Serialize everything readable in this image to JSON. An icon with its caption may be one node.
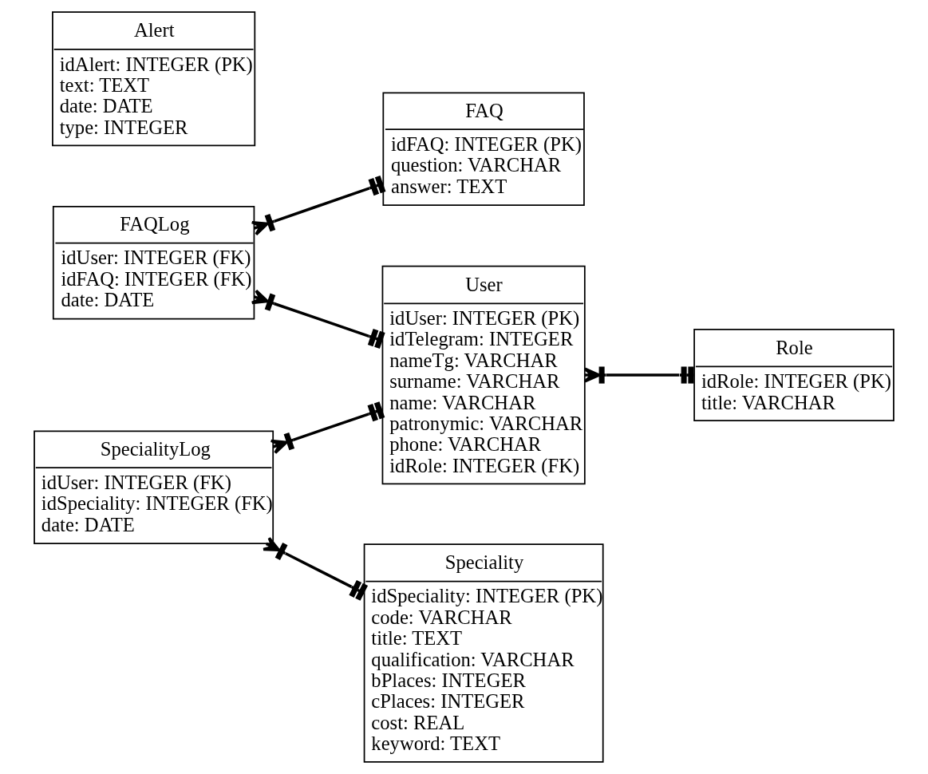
{
  "diagram": {
    "nodes": [
      {
        "text": [
          "FAQLog",
          "idUser: INTEGER (FK)",
          "idFAQ: INTEGER (FK)",
          "date: DATE"
        ]
      },
      {
        "text": [
          "User",
          "idUser: INTEGER (PK)",
          "idTelegram: INTEGER",
          "nameTg: VARCHAR",
          "surname: VARCHAR",
          "name: VARCHAR",
          "patronymic: VARCHAR",
          "phone: VARCHAR",
          "idRole: INTEGER (FK)"
        ]
      },
      {
        "text": [
          "Role",
          "idRole: INTEGER (PK)",
          "title: VARCHAR"
        ]
      },
      {
        "text": [
          "FAQ",
          "idFAQ: INTEGER (PK)",
          "question: VARCHAR",
          "answer: TEXT"
        ]
      },
      {
        "text": [
          "SpecialityLog",
          "idUser: INTEGER (FK)",
          "idSpeciality: INTEGER (FK)",
          "date: DATE"
        ]
      },
      {
        "text": [
          "Alert",
          "idAlert: INTEGER (PK)",
          "text: TEXT",
          "date: DATE",
          "type: INTEGER"
        ]
      },
      {
        "text": [
          "Speciality",
          "idSpeciality: INTEGER (PK)",
          "code: VARCHAR",
          "title: TEXT",
          "qualification: VARCHAR",
          "bPlaces: INTEGER",
          "cPlaces: INTEGER",
          "cost: REAL",
          "keyword: TEXT"
        ]
      }
    ],
    "edges": [
      {
        "from": 1,
        "to": 2,
        "arrow": "other"
      },
      {
        "from": 0,
        "to": 1,
        "arrow": "other"
      },
      {
        "from": 0,
        "to": 3,
        "arrow": "other"
      },
      {
        "from": 4,
        "to": 1,
        "arrow": "other"
      },
      {
        "from": 4,
        "to": 6,
        "arrow": "other"
      }
    ]
  }
}
